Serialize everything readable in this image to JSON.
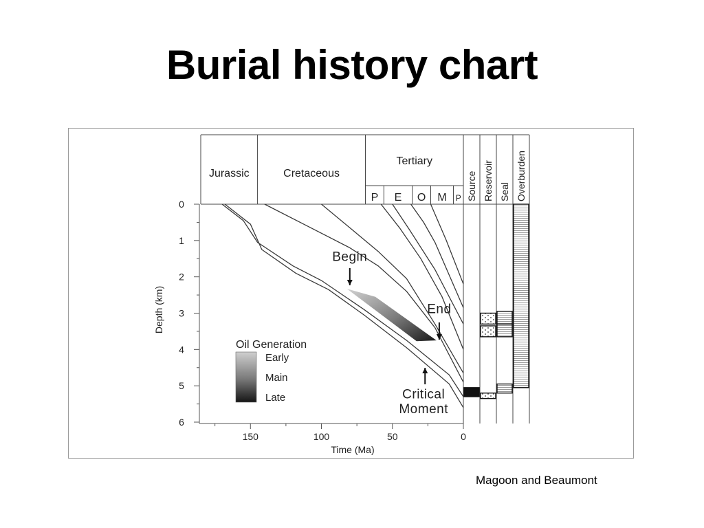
{
  "page": {
    "title": "Burial history chart",
    "credit": "Magoon and Beaumont"
  },
  "chart_data": {
    "type": "line",
    "xlabel": "Time (Ma)",
    "ylabel": "Depth (km)",
    "xlim": [
      185,
      0
    ],
    "ylim": [
      0,
      6
    ],
    "x_ticks": [
      150,
      100,
      50,
      0
    ],
    "y_ticks": [
      0,
      1,
      2,
      3,
      4,
      5,
      6
    ],
    "periods": [
      {
        "label": "Jurassic",
        "from": 185,
        "to": 145
      },
      {
        "label": "Cretaceous",
        "from": 145,
        "to": 69
      },
      {
        "label": "Tertiary",
        "from": 69,
        "to": 0
      }
    ],
    "epochs": [
      {
        "label": "P",
        "from": 69,
        "to": 56
      },
      {
        "label": "E",
        "from": 56,
        "to": 36
      },
      {
        "label": "O",
        "from": 36,
        "to": 23
      },
      {
        "label": "M",
        "from": 23,
        "to": 7
      },
      {
        "label": "P",
        "from": 7,
        "to": 0
      }
    ],
    "burial_curves": [
      {
        "points": [
          [
            170,
            0
          ],
          [
            155,
            0.45
          ],
          [
            145,
            1.05
          ],
          [
            120,
            1.7
          ],
          [
            100,
            2.1
          ],
          [
            70,
            2.9
          ],
          [
            40,
            3.75
          ],
          [
            10,
            4.7
          ],
          [
            0,
            5.3
          ]
        ]
      },
      {
        "points": [
          [
            168,
            0
          ],
          [
            150,
            0.55
          ],
          [
            142,
            1.25
          ],
          [
            118,
            1.9
          ],
          [
            95,
            2.35
          ],
          [
            70,
            3.05
          ],
          [
            40,
            3.95
          ],
          [
            10,
            4.95
          ],
          [
            0,
            5.6
          ]
        ]
      },
      {
        "points": [
          [
            140,
            0
          ],
          [
            110,
            0.6
          ],
          [
            80,
            1.2
          ],
          [
            60,
            1.7
          ],
          [
            40,
            2.4
          ],
          [
            20,
            3.4
          ],
          [
            0,
            4.9
          ]
        ]
      },
      {
        "points": [
          [
            100,
            0
          ],
          [
            80,
            0.65
          ],
          [
            60,
            1.3
          ],
          [
            40,
            2.05
          ],
          [
            20,
            3.3
          ],
          [
            0,
            4.65
          ]
        ]
      },
      {
        "points": [
          [
            58,
            0
          ],
          [
            45,
            0.65
          ],
          [
            30,
            1.5
          ],
          [
            15,
            2.55
          ],
          [
            0,
            4.0
          ]
        ]
      },
      {
        "points": [
          [
            50,
            0
          ],
          [
            38,
            0.7
          ],
          [
            20,
            1.8
          ],
          [
            0,
            3.3
          ]
        ]
      },
      {
        "points": [
          [
            37,
            0
          ],
          [
            28,
            0.5
          ],
          [
            20,
            1.05
          ],
          [
            0,
            2.85
          ]
        ]
      },
      {
        "points": [
          [
            23,
            0
          ],
          [
            12,
            1.0
          ],
          [
            0,
            2.2
          ]
        ]
      }
    ],
    "oil_generation_window": {
      "polygon": [
        [
          82,
          2.33
        ],
        [
          62,
          2.55
        ],
        [
          19,
          3.75
        ],
        [
          33,
          3.77
        ]
      ]
    },
    "annotations": [
      {
        "text": "Begin",
        "x": 80,
        "y": 1.56
      },
      {
        "text": "End",
        "x": 17,
        "y": 3.0
      },
      {
        "text": "Critical",
        "x": 28,
        "y": 5.35
      },
      {
        "text": "Moment",
        "x": 28,
        "y": 5.75
      }
    ],
    "legend": {
      "title": "Oil Generation",
      "entries": [
        "Early",
        "Main",
        "Late"
      ],
      "colors": [
        "#c8c8c8",
        "#7a7a7a",
        "#1e1e1e"
      ]
    },
    "elements_columns": [
      {
        "label": "Source",
        "layers": [
          [
            5.05,
            5.3
          ]
        ],
        "fill": "#111111"
      },
      {
        "label": "Reservoir",
        "layers": [
          [
            3.0,
            3.3
          ],
          [
            3.35,
            3.65
          ],
          [
            5.2,
            5.35
          ]
        ],
        "fill": "dotted"
      },
      {
        "label": "Seal",
        "layers": [
          [
            2.95,
            3.3
          ],
          [
            3.3,
            3.65
          ],
          [
            4.95,
            5.2
          ]
        ],
        "fill": "lined"
      },
      {
        "label": "Overburden",
        "layers": [
          [
            0,
            5.05
          ]
        ],
        "fill": "lined"
      }
    ]
  }
}
